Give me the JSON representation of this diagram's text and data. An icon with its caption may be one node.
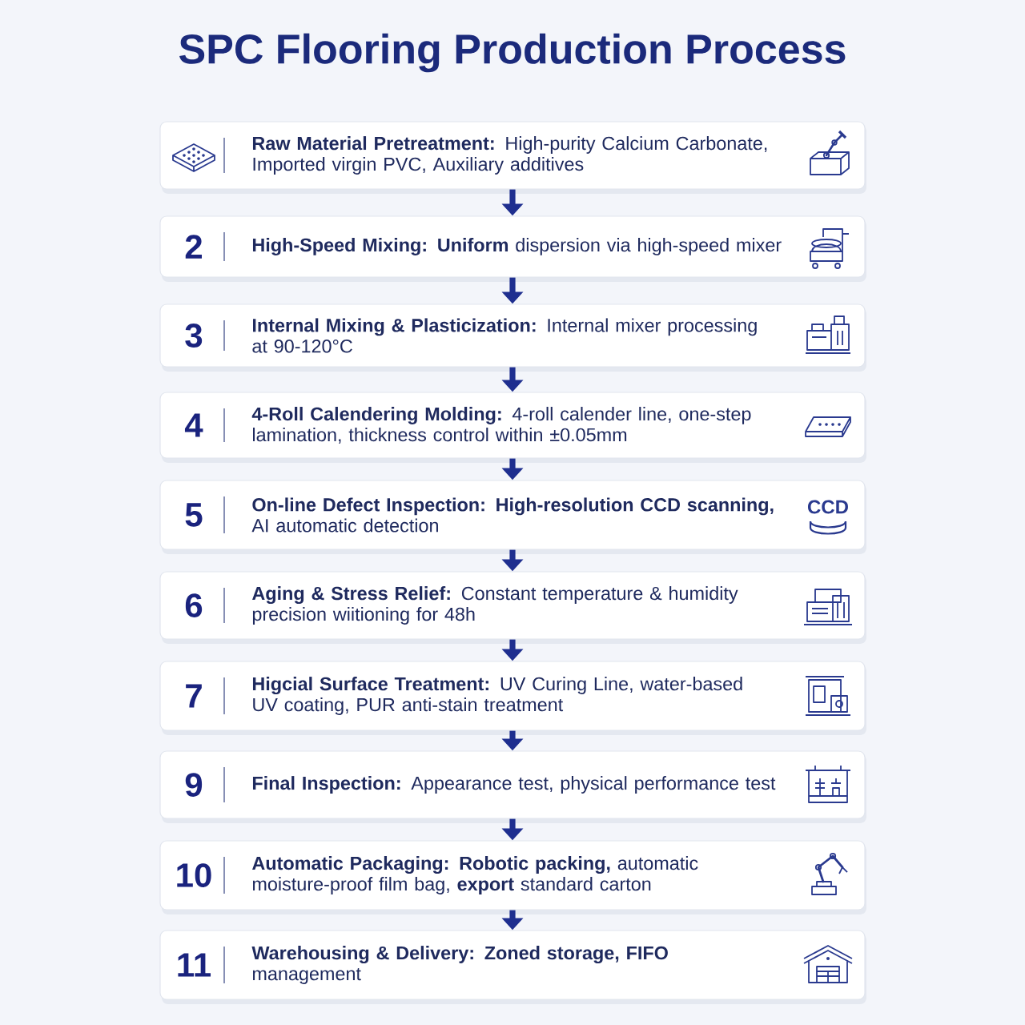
{
  "diagram": {
    "title": "SPC Flooring Production Process",
    "nodes": [
      {
        "text": [
          "**Raw Material Pretreatment:** High-purity Calcium Carbonate, Imported virgin PVC, Auxiliary additives"
        ]
      },
      {
        "text": [
          "2",
          "**High-Speed Mixing: Uniform** dispersion via high-speed mixer"
        ]
      },
      {
        "text": [
          "3",
          "**Internal Mixing & Plasticization:** Internal mixer processing at 90-120°C"
        ]
      },
      {
        "text": [
          "4",
          "**4-Roll Calendering Molding:** 4-roll calender line, one-step lamination, thickness control within ±0.05mm"
        ]
      },
      {
        "text": [
          "5",
          "**On-line Defect Inspection: High-resolution CCD scanning,** AI automatic detection",
          "CCD"
        ]
      },
      {
        "text": [
          "6",
          "**Aging & Stress Relief:** Constant temperature & humidity precision wiitioning for 48h"
        ]
      },
      {
        "text": [
          "7",
          "**Higcial Surface Treatment:** UV Curing Line, water-based UV coating, PUR anti-stain treatment"
        ]
      },
      {
        "text": [
          "9",
          "**Final Inspection:** Appearance test, physical performance test"
        ]
      },
      {
        "text": [
          "10",
          "**Automatic Packaging: Robotic packing,** automatic moisture-proof film bag, **export** standard carton"
        ]
      },
      {
        "text": [
          "11",
          "**Warehousing & Delivery: Zoned storage, FIFO** management"
        ]
      }
    ],
    "edges": [
      {
        "from": 0,
        "to": 1,
        "arrow": "to"
      },
      {
        "from": 1,
        "to": 2,
        "arrow": "to"
      },
      {
        "from": 2,
        "to": 3,
        "arrow": "to"
      },
      {
        "from": 3,
        "to": 4,
        "arrow": "to"
      },
      {
        "from": 4,
        "to": 5,
        "arrow": "to"
      },
      {
        "from": 5,
        "to": 6,
        "arrow": "to"
      },
      {
        "from": 6,
        "to": 7,
        "arrow": "to"
      },
      {
        "from": 7,
        "to": 8,
        "arrow": "to"
      },
      {
        "from": 8,
        "to": 9,
        "arrow": "to"
      }
    ]
  }
}
